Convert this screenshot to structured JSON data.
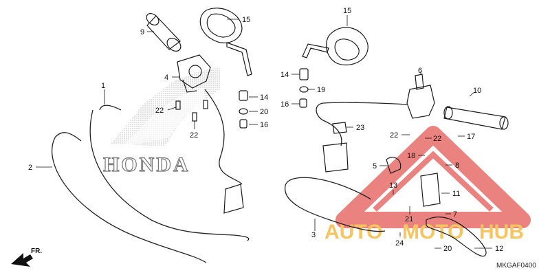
{
  "diagram": {
    "code": "MKGAF0400",
    "front_label": "FR.",
    "watermark": {
      "text_a": "AUTO",
      "text_b": "MOTO",
      "text_c": "HUB"
    },
    "brand_mark": "HONDA",
    "callouts": [
      {
        "id": "c1",
        "label": "1"
      },
      {
        "id": "c2",
        "label": "2"
      },
      {
        "id": "c3",
        "label": "3"
      },
      {
        "id": "c4",
        "label": "4"
      },
      {
        "id": "c5",
        "label": "5"
      },
      {
        "id": "c6",
        "label": "6"
      },
      {
        "id": "c7",
        "label": "7"
      },
      {
        "id": "c8",
        "label": "8"
      },
      {
        "id": "c9",
        "label": "9"
      },
      {
        "id": "c10",
        "label": "10"
      },
      {
        "id": "c11",
        "label": "11"
      },
      {
        "id": "c12",
        "label": "12"
      },
      {
        "id": "c13",
        "label": "13"
      },
      {
        "id": "c14a",
        "label": "14"
      },
      {
        "id": "c14b",
        "label": "14"
      },
      {
        "id": "c15a",
        "label": "15"
      },
      {
        "id": "c15b",
        "label": "15"
      },
      {
        "id": "c16a",
        "label": "16"
      },
      {
        "id": "c16b",
        "label": "16"
      },
      {
        "id": "c17",
        "label": "17"
      },
      {
        "id": "c18",
        "label": "18"
      },
      {
        "id": "c19",
        "label": "19"
      },
      {
        "id": "c20a",
        "label": "20"
      },
      {
        "id": "c20b",
        "label": "20"
      },
      {
        "id": "c21",
        "label": "21"
      },
      {
        "id": "c22a",
        "label": "22"
      },
      {
        "id": "c22b",
        "label": "22"
      },
      {
        "id": "c22c",
        "label": "22"
      },
      {
        "id": "c22d",
        "label": "22"
      },
      {
        "id": "c23",
        "label": "23"
      },
      {
        "id": "c24",
        "label": "24"
      }
    ]
  }
}
